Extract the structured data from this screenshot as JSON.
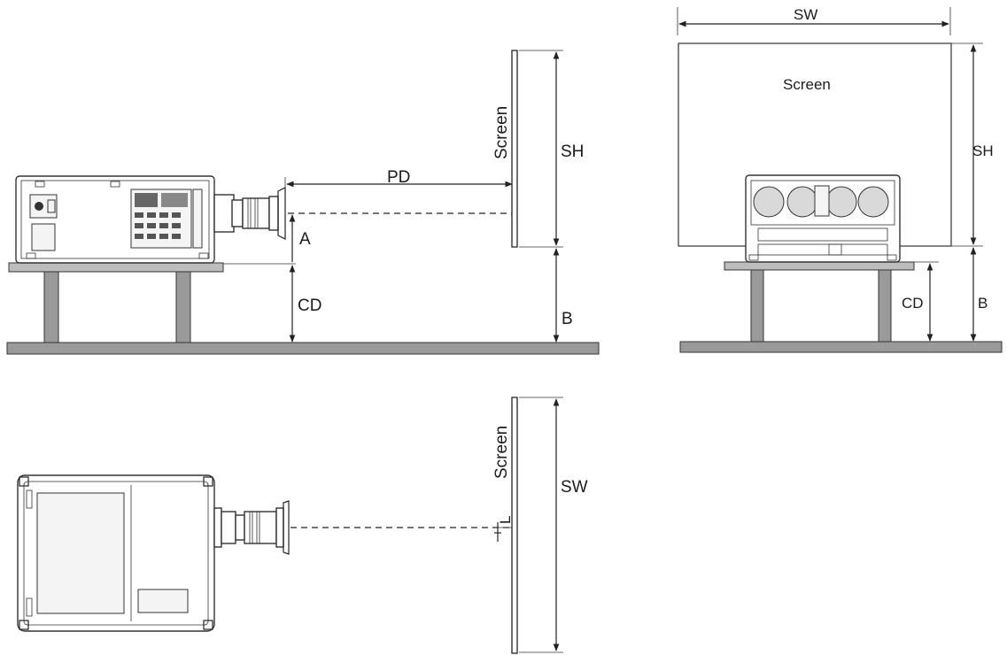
{
  "labels": {
    "pd": "PD",
    "a": "A",
    "cd_side": "CD",
    "b_side": "B",
    "sh_side": "SH",
    "screen_side": "Screen",
    "sw_front": "SW",
    "screen_front": "Screen",
    "sh_front": "SH",
    "cd_front": "CD",
    "b_front": "B",
    "screen_top": "Screen",
    "sw_top": "SW",
    "l_top": "L"
  },
  "colors": {
    "stroke": "#222222",
    "surface": "#9a9a9a",
    "background": "#ffffff"
  }
}
